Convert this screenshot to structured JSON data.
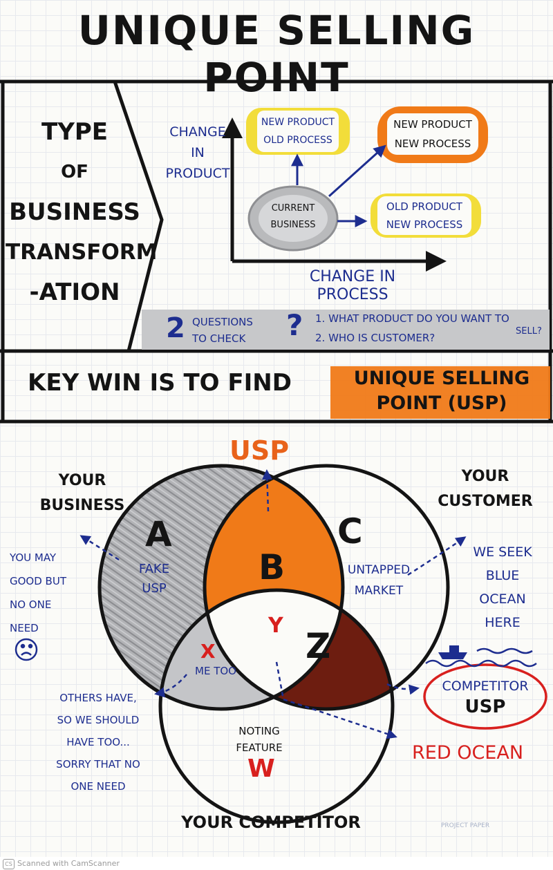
{
  "title": "UNIQUE SELLING POINT",
  "transformation": {
    "label_lines": [
      "TYPE",
      "OF",
      "BUSINESS",
      "TRANSFORM",
      "-ATION"
    ],
    "y_axis_lines": [
      "CHANGE",
      "IN",
      "PRODUCT"
    ],
    "x_axis_lines": [
      "CHANGE IN",
      "PROCESS"
    ],
    "current_lines": [
      "CURRENT",
      "BUSINESS"
    ],
    "box_new_product_old_process": [
      "NEW PRODUCT",
      "OLD PROCESS"
    ],
    "box_new_product_new_process": [
      "NEW PRODUCT",
      "NEW PROCESS"
    ],
    "box_old_product_new_process": [
      "OLD PRODUCT",
      "NEW PROCESS"
    ],
    "questions": {
      "number": "2",
      "label_lines": [
        "QUESTIONS",
        "TO CHECK"
      ],
      "mark": "?",
      "q1": "1. WHAT PRODUCT DO YOU WANT TO",
      "q1_end": "SELL?",
      "q2": "2. WHO IS CUSTOMER?"
    }
  },
  "key_win": {
    "prefix": "KEY WIN IS TO FIND",
    "highlight_line1": "UNIQUE SELLING",
    "highlight_line2": "POINT (USP)"
  },
  "venn": {
    "top_label": "USP",
    "your_business": [
      "YOUR",
      "BUSINESS"
    ],
    "your_customer": [
      "YOUR",
      "CUSTOMER"
    ],
    "your_competitor": "YOUR COMPETITOR",
    "region_a": {
      "letter": "A",
      "text": [
        "FAKE",
        "USP"
      ]
    },
    "region_b": {
      "letter": "B"
    },
    "region_c": {
      "letter": "C",
      "text": [
        "UNTAPPED",
        "MARKET"
      ]
    },
    "region_x": {
      "letter": "X",
      "text": "ME TOO"
    },
    "region_y": {
      "letter": "Y"
    },
    "region_z": {
      "letter": "Z"
    },
    "region_w": {
      "letter": "W",
      "text": [
        "NOTING",
        "FEATURE"
      ]
    },
    "note_you_may": [
      "YOU MAY",
      "GOOD BUT",
      "NO ONE",
      "NEED"
    ],
    "note_others": [
      "OTHERS HAVE,",
      "SO WE SHOULD",
      "HAVE TOO...",
      "SORRY THAT NO",
      "ONE NEED"
    ],
    "note_blue": [
      "WE SEEK",
      "BLUE",
      "OCEAN",
      "HERE"
    ],
    "competitor_usp": [
      "COMPETITOR",
      "USP"
    ],
    "red_ocean": "RED OCEAN"
  },
  "colors": {
    "ink": "#141414",
    "blue_ink": "#1d2d8f",
    "red_ink": "#d8201e",
    "orange": "#f07a18",
    "yellow": "#f2dd3a",
    "gray": "#a9a9ab",
    "dark_red": "#6d1d10"
  },
  "watermark": "PROJECT PAPER",
  "footer": {
    "badge": "CS",
    "text": "Scanned with CamScanner"
  }
}
